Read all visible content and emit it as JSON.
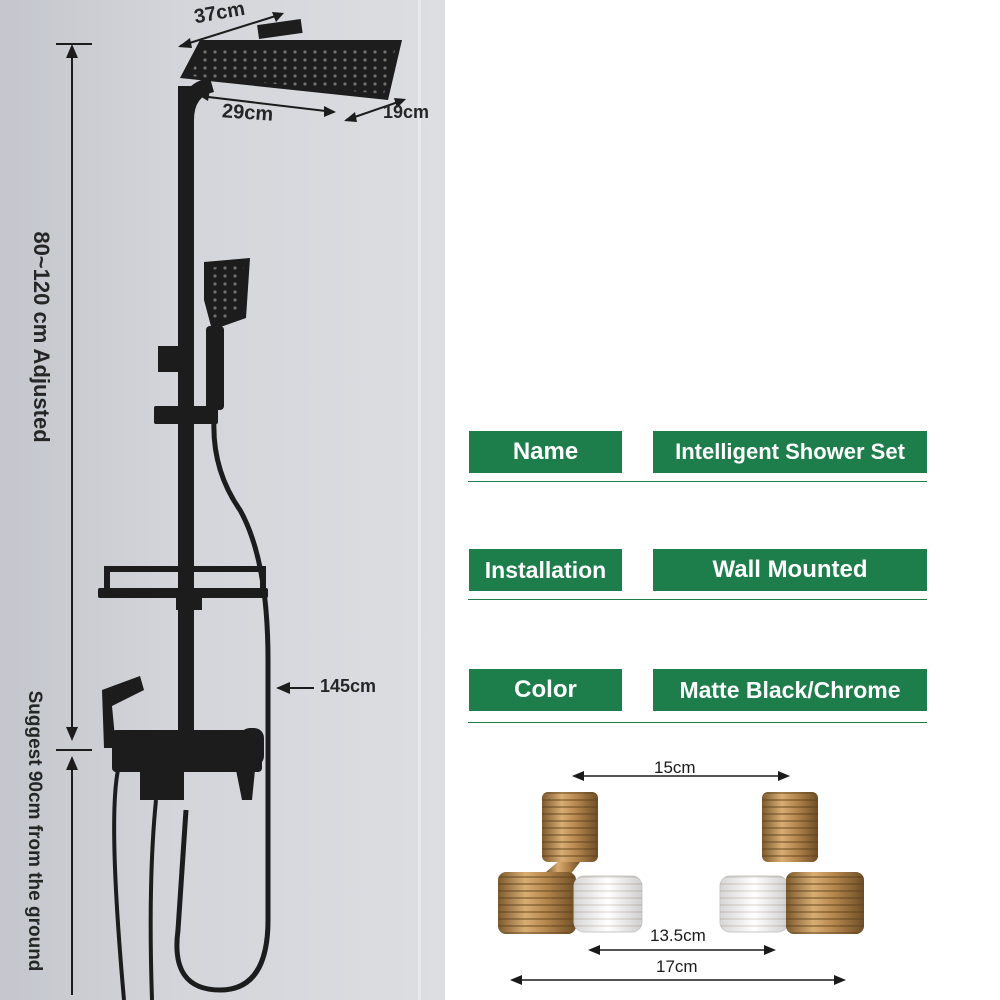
{
  "dimensions": {
    "head_width": "37cm",
    "head_depth": "29cm",
    "head_side": "19cm",
    "height_adjust": "80~120 cm Adjusted",
    "hose_length": "145cm",
    "install_height": "Suggest 90cm from the ground"
  },
  "specs": [
    {
      "label": "Name",
      "value": "Intelligent Shower Set"
    },
    {
      "label": "Installation",
      "value": "Wall Mounted"
    },
    {
      "label": "Color",
      "value": "Matte Black/Chrome"
    }
  ],
  "connector": {
    "top_span": "15cm",
    "inner_span": "13.5cm",
    "outer_span": "17cm"
  },
  "colors": {
    "accent_green": "#1d7d4b",
    "fixture_black": "#1c1c1c",
    "brass": "#b8894f"
  }
}
